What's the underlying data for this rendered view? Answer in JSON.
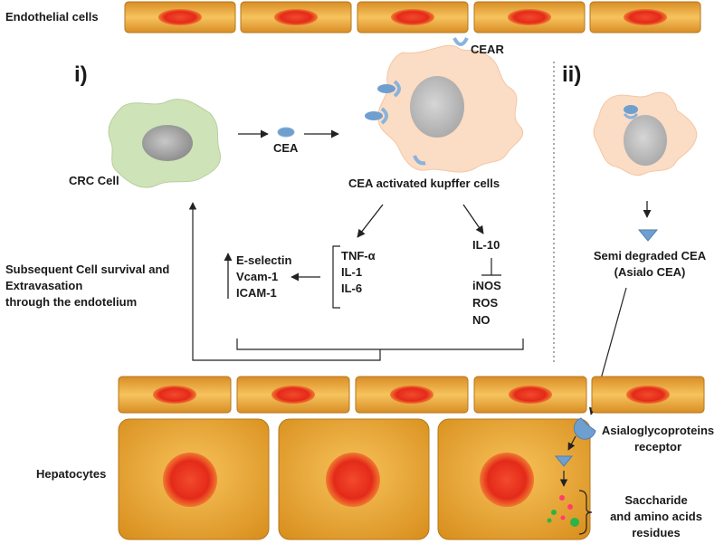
{
  "labels": {
    "endothelial": "Endothelial cells",
    "panel_i": "i)",
    "panel_ii": "ii)",
    "cear": "CEAR",
    "crc_cell": "CRC Cell",
    "cea": "CEA",
    "activated_kupffer": "CEA activated kupffer cells",
    "tnf": "TNF-α",
    "il1": "IL-1",
    "il6": "IL-6",
    "il10": "IL-10",
    "inos": "iNOS",
    "ros": "ROS",
    "no": "NO",
    "eselectin": "E-selectin",
    "vcam": "Vcam-1",
    "icam": "ICAM-1",
    "survival_1": "Subsequent Cell survival and",
    "survival_2": "Extravasation",
    "survival_3": "through the endotelium",
    "semi_degraded_1": "Semi degraded CEA",
    "semi_degraded_2": "(Asialo CEA)",
    "hepatocytes": "Hepatocytes",
    "asialo_receptor_1": "Asialoglycoproteins",
    "asialo_receptor_2": "receptor",
    "residues_1": "Saccharide",
    "residues_2": "and amino acids",
    "residues_3": "residues"
  },
  "colors": {
    "cell_orange": "#e9a23b",
    "cell_orange_light": "#f5bd55",
    "nucleus_red": "#e32a1c",
    "crc_green": "#cfe3b8",
    "kupffer_peach": "#fbdcc4",
    "cea_blue": "#6f9fcf",
    "line": "#333333"
  }
}
